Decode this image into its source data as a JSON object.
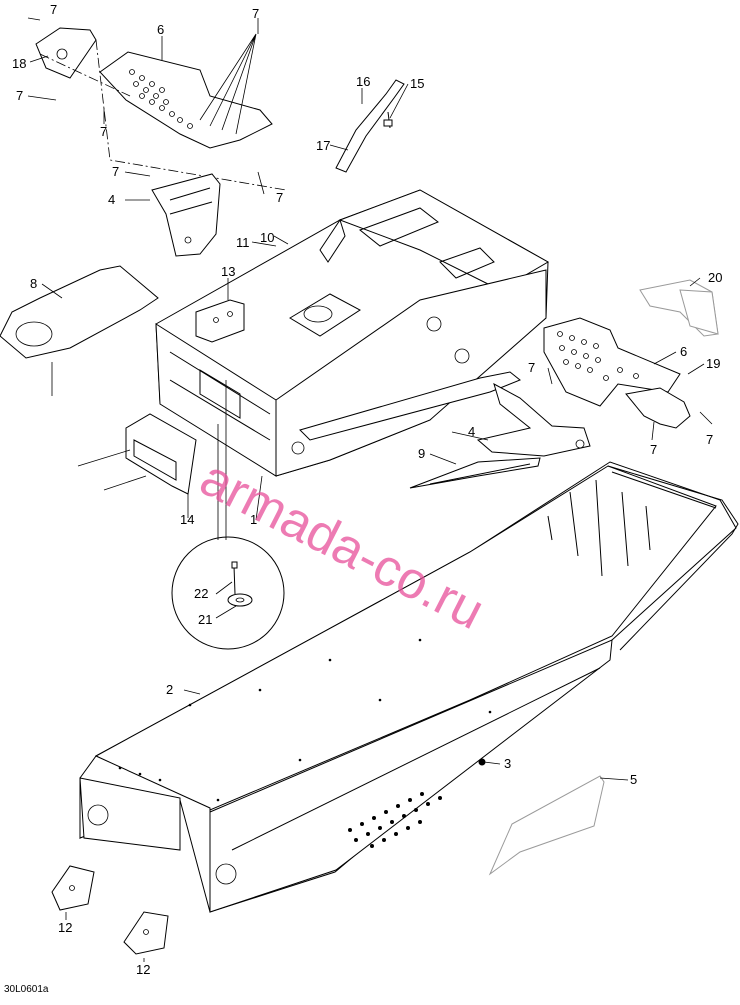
{
  "diagram": {
    "code": "30L0601a",
    "watermark": "armada-co.ru",
    "callouts": {
      "c1": "1",
      "c2": "2",
      "c3": "3",
      "c4a": "4",
      "c4b": "4",
      "c5": "5",
      "c6a": "6",
      "c6b": "6",
      "c7a": "7",
      "c7b": "7",
      "c7c": "7",
      "c7d": "7",
      "c7e": "7",
      "c7f": "7",
      "c7g": "7",
      "c7h": "7",
      "c7i": "7",
      "c8": "8",
      "c9": "9",
      "c10": "10",
      "c11": "11",
      "c12a": "12",
      "c12b": "12",
      "c13": "13",
      "c14": "14",
      "c15": "15",
      "c16": "16",
      "c17": "17",
      "c18": "18",
      "c19": "19",
      "c20": "20",
      "c21": "21",
      "c22": "22"
    }
  }
}
